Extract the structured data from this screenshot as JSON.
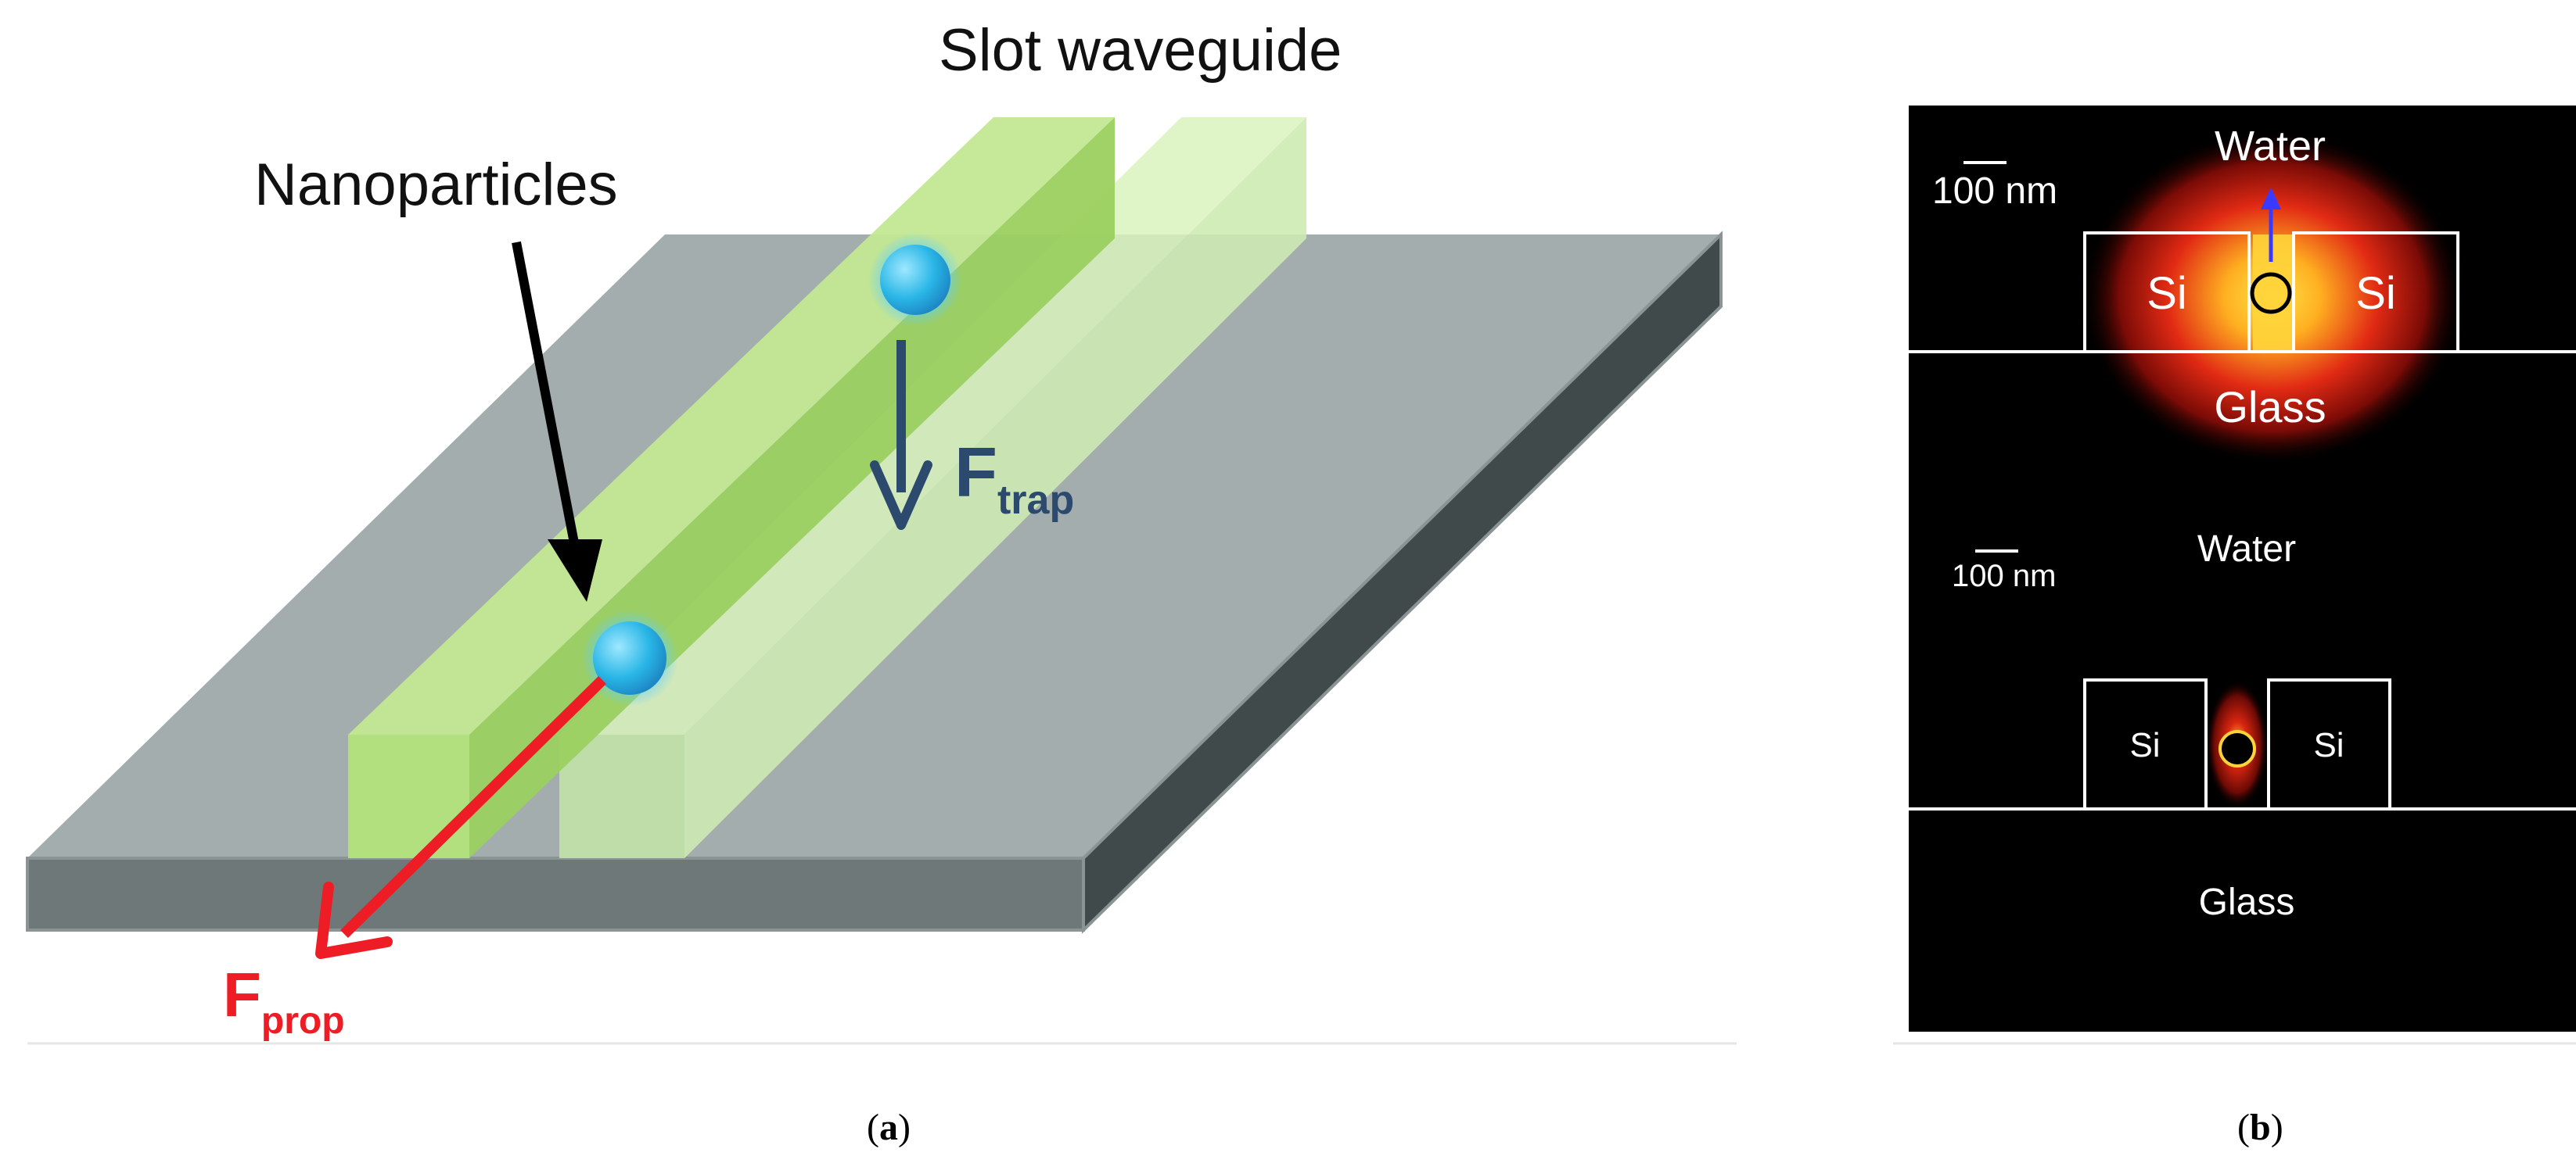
{
  "panel_a": {
    "title": "Slot waveguide",
    "nanoparticles_label": "Nanoparticles",
    "force_trap": {
      "letter": "F",
      "subscript": "trap"
    },
    "force_prop": {
      "letter": "F",
      "subscript": "prop"
    },
    "colors": {
      "substrate_top": "#a3adad",
      "substrate_front": "#6f7878",
      "substrate_side": "#404a4a",
      "rail": "#a9dc73",
      "rail_top": "#bfe68f",
      "particle": "#29b6e6",
      "trap_arrow": "#2b4a6e",
      "prop_arrow": "#ee1c24"
    }
  },
  "panel_b": {
    "top": {
      "scale_label": "100 nm",
      "water_label": "Water",
      "glass_label": "Glass",
      "si_left": "Si",
      "si_right": "Si"
    },
    "bottom": {
      "scale_label": "100 nm",
      "water_label": "Water",
      "glass_label": "Glass",
      "si_left": "Si",
      "si_right": "Si"
    }
  },
  "captions": {
    "a": "a",
    "b": "b"
  }
}
